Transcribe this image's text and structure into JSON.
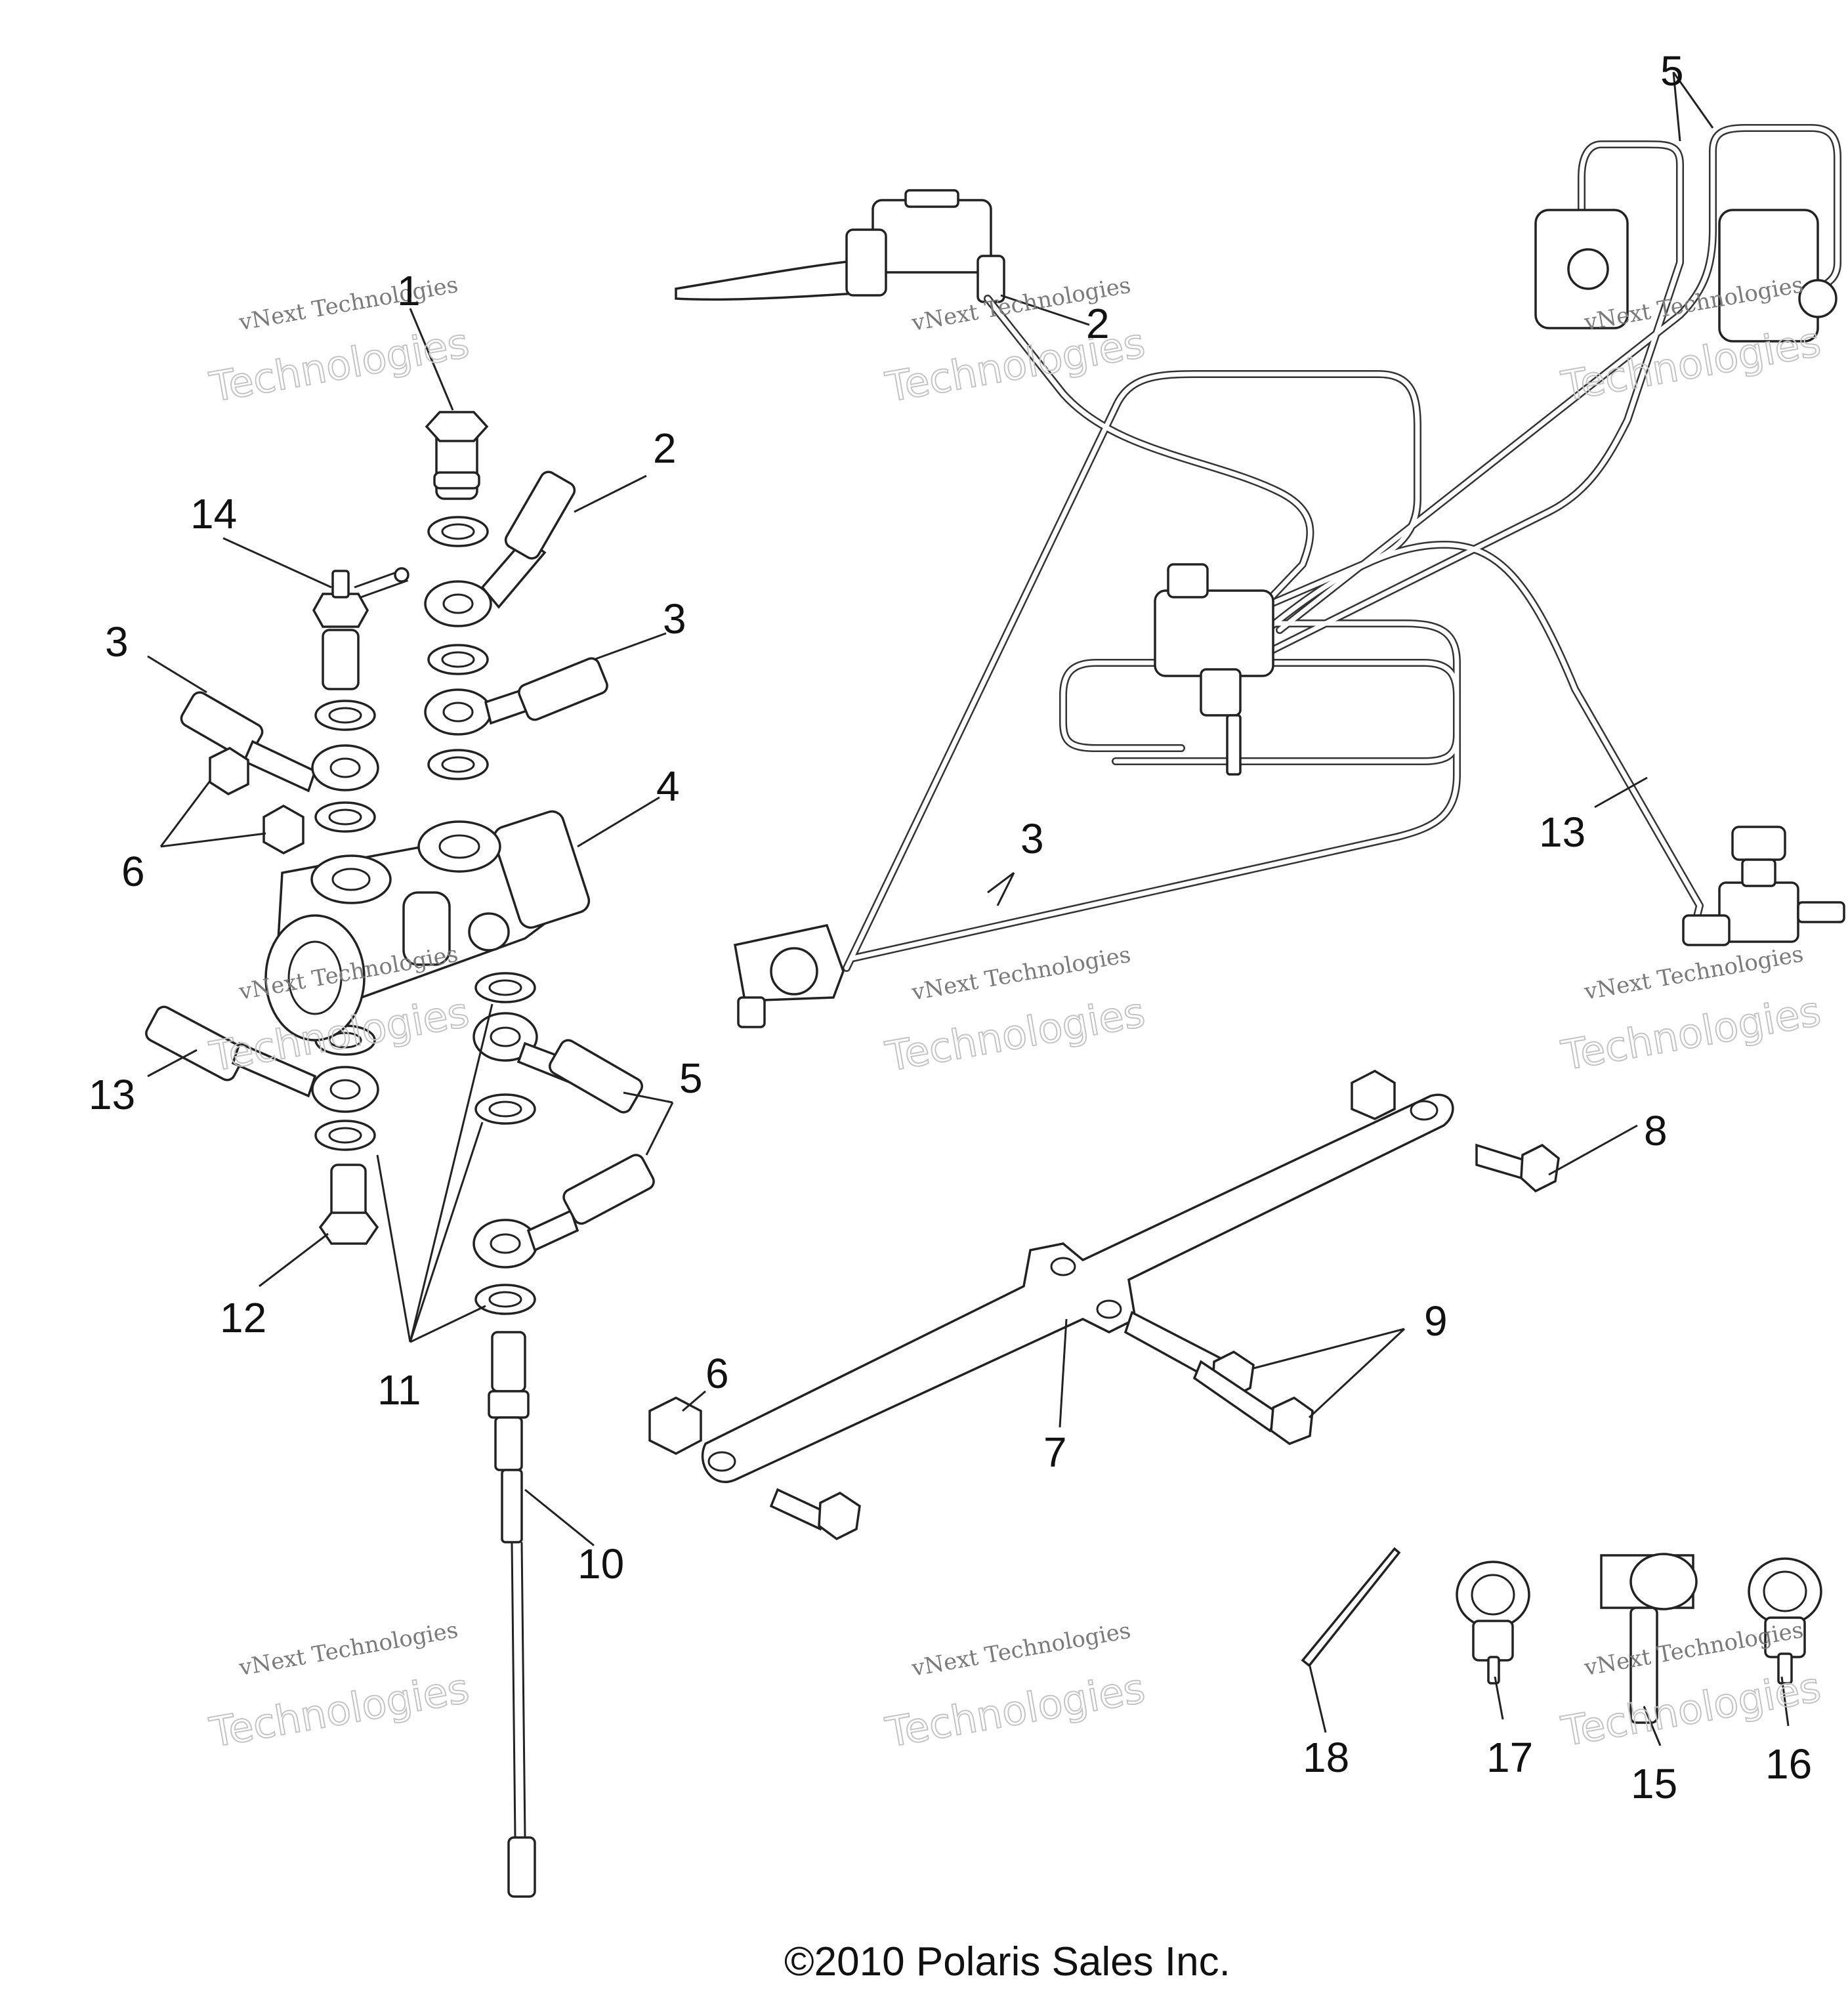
{
  "callouts": {
    "c1": "1",
    "c2": "2",
    "c3": "3",
    "c3b": "3",
    "c4": "4",
    "c5": "5",
    "c6": "6",
    "c11": "11",
    "c12": "12",
    "c13": "13",
    "c14": "14",
    "c2r": "2",
    "c3r": "3",
    "c5r": "5",
    "c13r": "13",
    "c6b": "6",
    "c7": "7",
    "c8": "8",
    "c9": "9",
    "c10": "10",
    "c15": "15",
    "c16": "16",
    "c17": "17",
    "c18": "18"
  },
  "watermark": {
    "line1": "vNext Technologies",
    "line2": "Technologies"
  },
  "copyright": "©2010 Polaris Sales Inc."
}
